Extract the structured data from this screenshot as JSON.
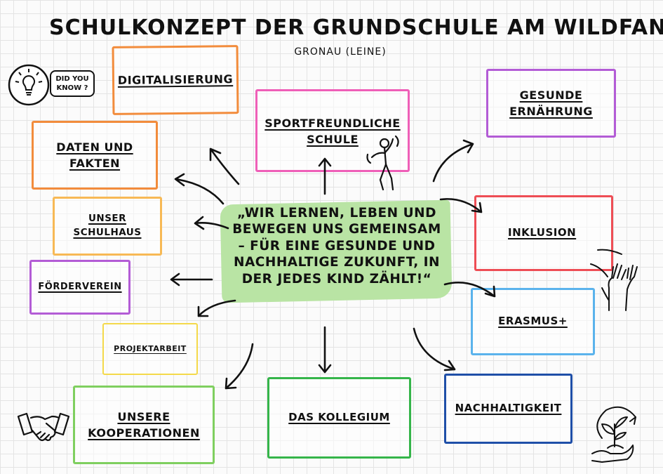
{
  "header": {
    "title": "Schulkonzept der Grundschule am Wildfang",
    "subtitle": "Gronau (Leine)"
  },
  "badge": {
    "text_line1": "Did you",
    "text_line2": "know ?"
  },
  "center": {
    "line1": "„Wir lernen, leben und",
    "line2": "bewegen uns gemeinsam",
    "line3": "– für eine gesunde und",
    "line4": "nachhaltige Zukunft, in",
    "line5": "der jedes Kind zählt!“"
  },
  "topics": {
    "digitalisierung": "Digitalisierung",
    "sport_line1": "Sportfreundliche",
    "sport_line2": "Schule",
    "daten_line1": "Daten und",
    "daten_line2": "Fakten",
    "schulhaus_line1": "Unser",
    "schulhaus_line2": "Schulhaus",
    "foerderverein": "Förderverein",
    "projektarbeit": "Projektarbeit",
    "kooperationen_line1": "Unsere",
    "kooperationen_line2": "Kooperationen",
    "kollegium": "Das Kollegium",
    "nachhaltigkeit": "Nachhaltigkeit",
    "erasmus": "Erasmus+",
    "inklusion": "Inklusion",
    "ernaehrung_line1": "Gesunde",
    "ernaehrung_line2": "Ernährung"
  },
  "colors": {
    "orange": "#f28c3c",
    "light_orange": "#f7b955",
    "pink": "#ef5fb8",
    "purple": "#b35cd6",
    "red": "#ee4d55",
    "light_blue": "#5ab3ec",
    "dark_blue": "#1f4fa8",
    "green": "#35b54a",
    "light_green": "#7fcf5f",
    "yellow": "#f4d94a",
    "center_fill": "#b9e4a4"
  },
  "icons": [
    "lightbulb-icon",
    "sport-figure-icon",
    "helping-hands-icon",
    "handshake-icon",
    "plant-hand-icon"
  ]
}
